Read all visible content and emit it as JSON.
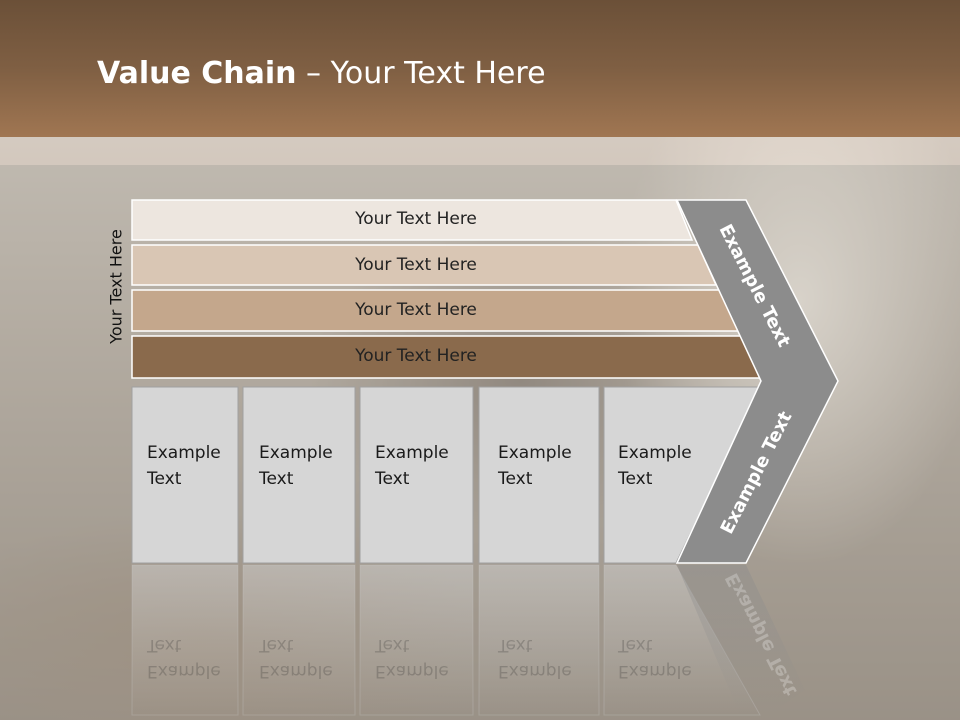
{
  "slide": {
    "title_bold": "Value Chain",
    "title_rest": " – Your Text Here",
    "side_label": "Your Text Here"
  },
  "bars": [
    {
      "label": "Your Text Here",
      "color": "#ede6df"
    },
    {
      "label": "Your Text Here",
      "color": "#d9c6b4"
    },
    {
      "label": "Your Text Here",
      "color": "#c4a78c"
    },
    {
      "label": "Your Text Here",
      "color": "#8a6a4c"
    }
  ],
  "cells": [
    {
      "label": "Example\nText"
    },
    {
      "label": "Example\nText"
    },
    {
      "label": "Example\nText"
    },
    {
      "label": "Example\nText"
    },
    {
      "label": "Example\nText"
    }
  ],
  "chevron": {
    "top_label": "Example Text",
    "bottom_label": "Example Text",
    "color": "#8c8c8c"
  },
  "colors": {
    "header": "#7f5f43",
    "cell_fill": "#d6d6d6"
  }
}
